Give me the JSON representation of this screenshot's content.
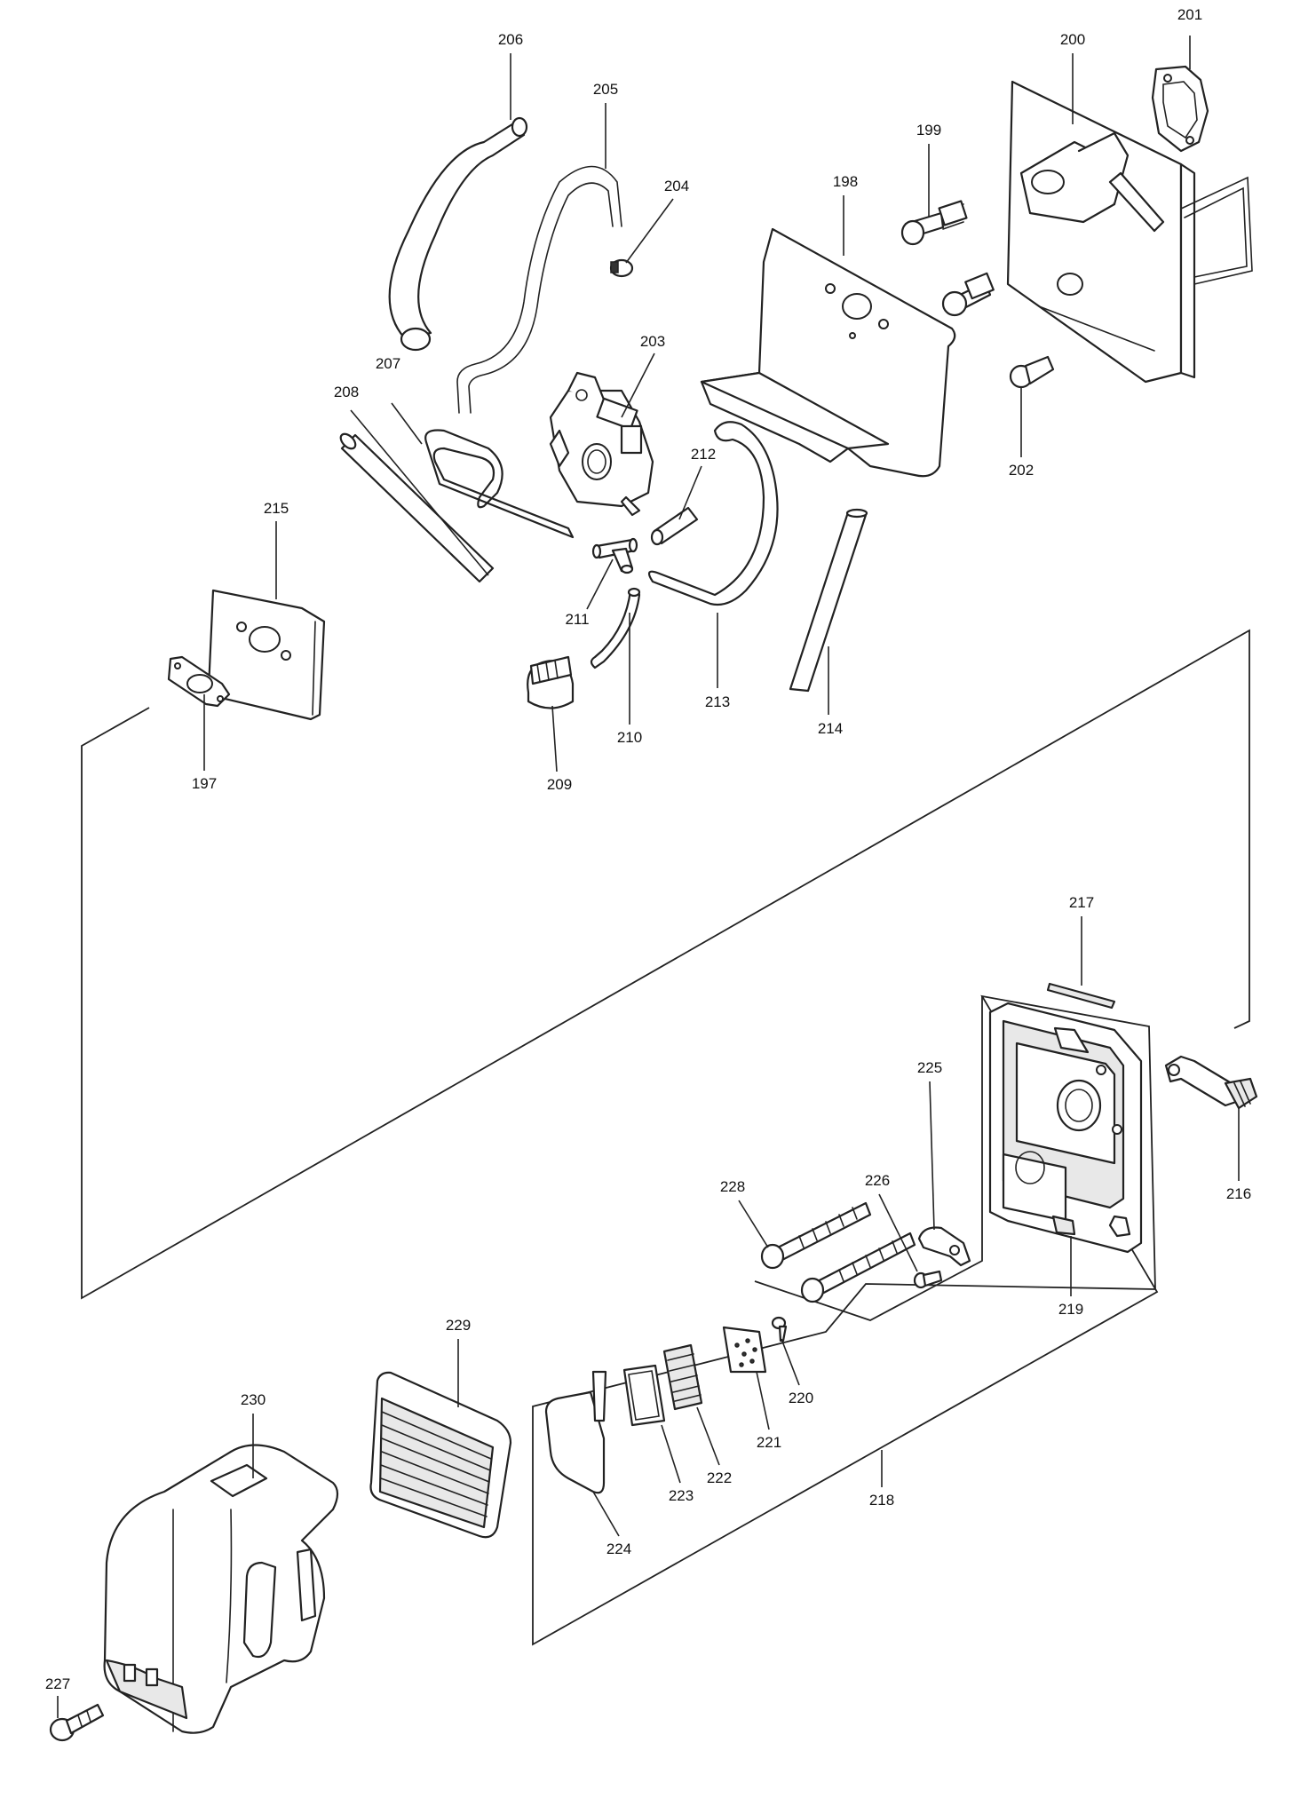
{
  "labels": {
    "p197": "197",
    "p198": "198",
    "p199": "199",
    "p200": "200",
    "p201": "201",
    "p202": "202",
    "p203": "203",
    "p204": "204",
    "p205": "205",
    "p206": "206",
    "p207": "207",
    "p208": "208",
    "p209": "209",
    "p210": "210",
    "p211": "211",
    "p212": "212",
    "p213": "213",
    "p214": "214",
    "p215": "215",
    "p216": "216",
    "p217": "217",
    "p218": "218",
    "p219": "219",
    "p220": "220",
    "p221": "221",
    "p222": "222",
    "p223": "223",
    "p224": "224",
    "p225": "225",
    "p226": "226",
    "p227": "227",
    "p228": "228",
    "p229": "229",
    "p230": "230"
  },
  "colors": {
    "line": "#222222",
    "background": "#ffffff"
  }
}
